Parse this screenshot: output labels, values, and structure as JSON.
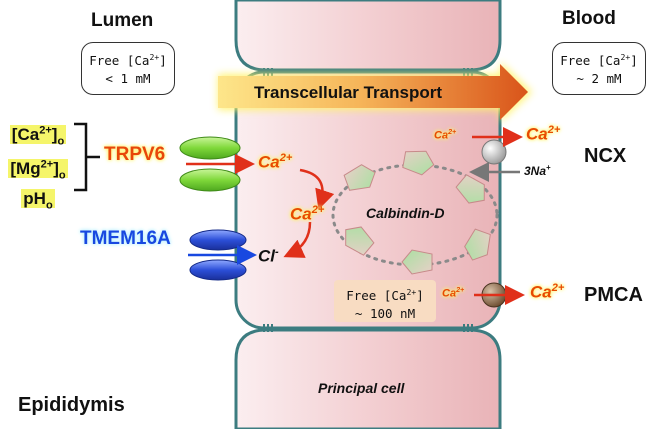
{
  "headers": {
    "lumen": "Lumen",
    "blood": "Blood",
    "tissue": "Epididymis"
  },
  "lumen_box": {
    "line1": "Free [Ca",
    "sup": "2+",
    "line1_end": "]",
    "line2": "< 1 mM"
  },
  "blood_box": {
    "line1": "Free [Ca",
    "sup": "2+",
    "line1_end": "]",
    "line2": "~ 2 mM"
  },
  "cell_box": {
    "line1": "Free [Ca",
    "sup": "2+",
    "line1_end": "]",
    "line2": "~ 100 nM"
  },
  "transport_arrow": {
    "label": "Transcellular Transport"
  },
  "regulators": [
    {
      "base": "[Ca",
      "sup": "2+",
      "end": "]",
      "sub": "o"
    },
    {
      "base": "[Mg",
      "sup": "2+",
      "end": "]",
      "sub": "o"
    },
    {
      "base": "pH",
      "sup": "",
      "end": "",
      "sub": "o"
    }
  ],
  "channels": {
    "trpv6": "TRPV6",
    "tmem16a": "TMEM16A"
  },
  "ions": {
    "ca_base": "Ca",
    "ca_sup": "2+",
    "cl_base": "Cl",
    "cl_sup": "-",
    "na_base": "3Na",
    "na_sup": "+"
  },
  "transporters": {
    "ncx": "NCX",
    "pmca": "PMCA"
  },
  "calbindin": "Calbindin-D",
  "cell_label": "Principal cell",
  "colors": {
    "trpv6": "#e8460a",
    "tmem16a": "#1848e0",
    "arrow_red": "#e0301a",
    "cell_fill": "#f1c6c8",
    "membrane": "#3c7c80",
    "green_channel": "#7fd83a",
    "blue_channel": "#2c4fd8"
  }
}
